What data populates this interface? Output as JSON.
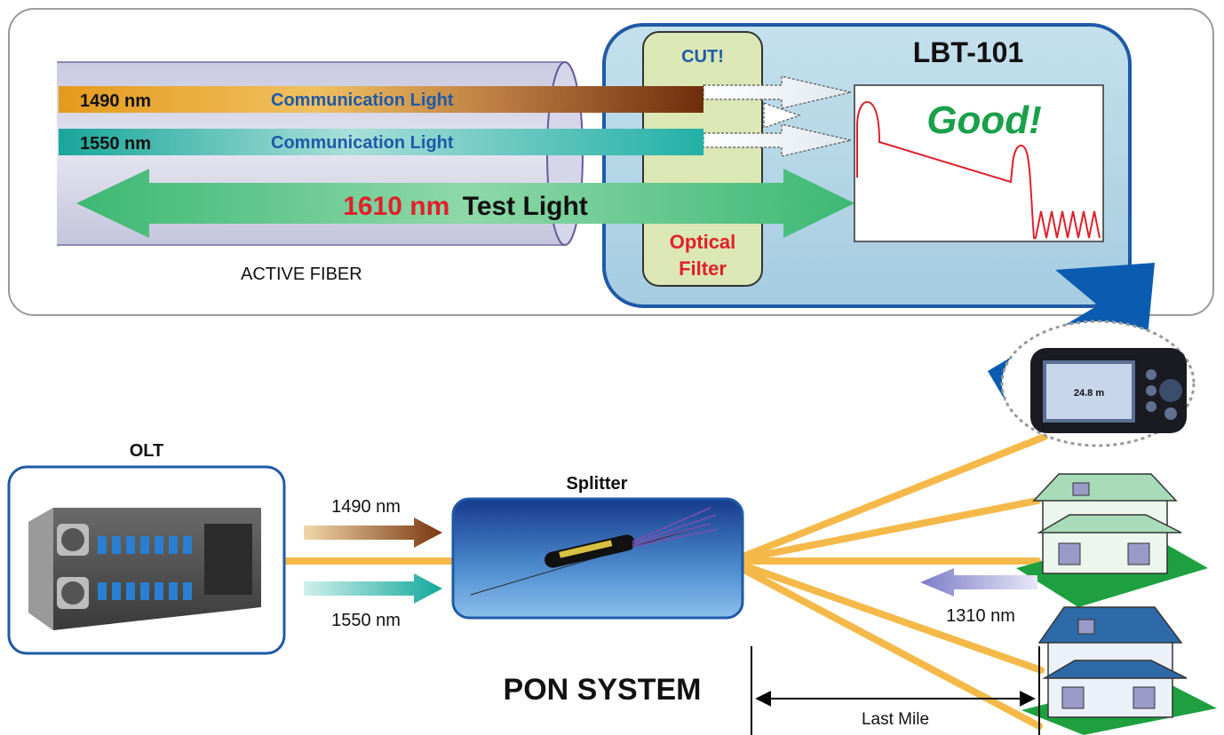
{
  "top_panel": {
    "fiber_caption": "ACTIVE FIBER",
    "beam_1490": {
      "wavelength": "1490 nm",
      "label": "Communication Light"
    },
    "beam_1550": {
      "wavelength": "1550 nm",
      "label": "Communication Light"
    },
    "test_light": {
      "wavelength": "1610 nm",
      "label": "Test Light"
    },
    "filter": {
      "cut_label": "CUT!",
      "name_line1": "Optical",
      "name_line2": "Filter"
    },
    "device_title": "LBT-101",
    "result_text": "Good!"
  },
  "pon": {
    "olt_label": "OLT",
    "splitter_label": "Splitter",
    "arrow_1490": "1490 nm",
    "arrow_1550": "1550 nm",
    "arrow_1310": "1310 nm",
    "system_title": "PON SYSTEM",
    "last_mile": "Last Mile"
  },
  "colors": {
    "frame_border": "#9a9a9a",
    "device_fill": "#b6d7e4",
    "device_border": "#1f5aa6",
    "filter_fill": "#dbe7b4",
    "brown_beam": "#7a3610",
    "orange_beam": "#e8a020",
    "teal_beam": "#1fb0a4",
    "green_arrow": "#3cb874",
    "red_text": "#e0202a",
    "blue_text": "#1e5aa8",
    "good_green": "#1aa04a",
    "big_arrow": "#0b5cb0",
    "fiber_orange": "#f5b94a",
    "arrow_1310": "#8a8ad0"
  }
}
